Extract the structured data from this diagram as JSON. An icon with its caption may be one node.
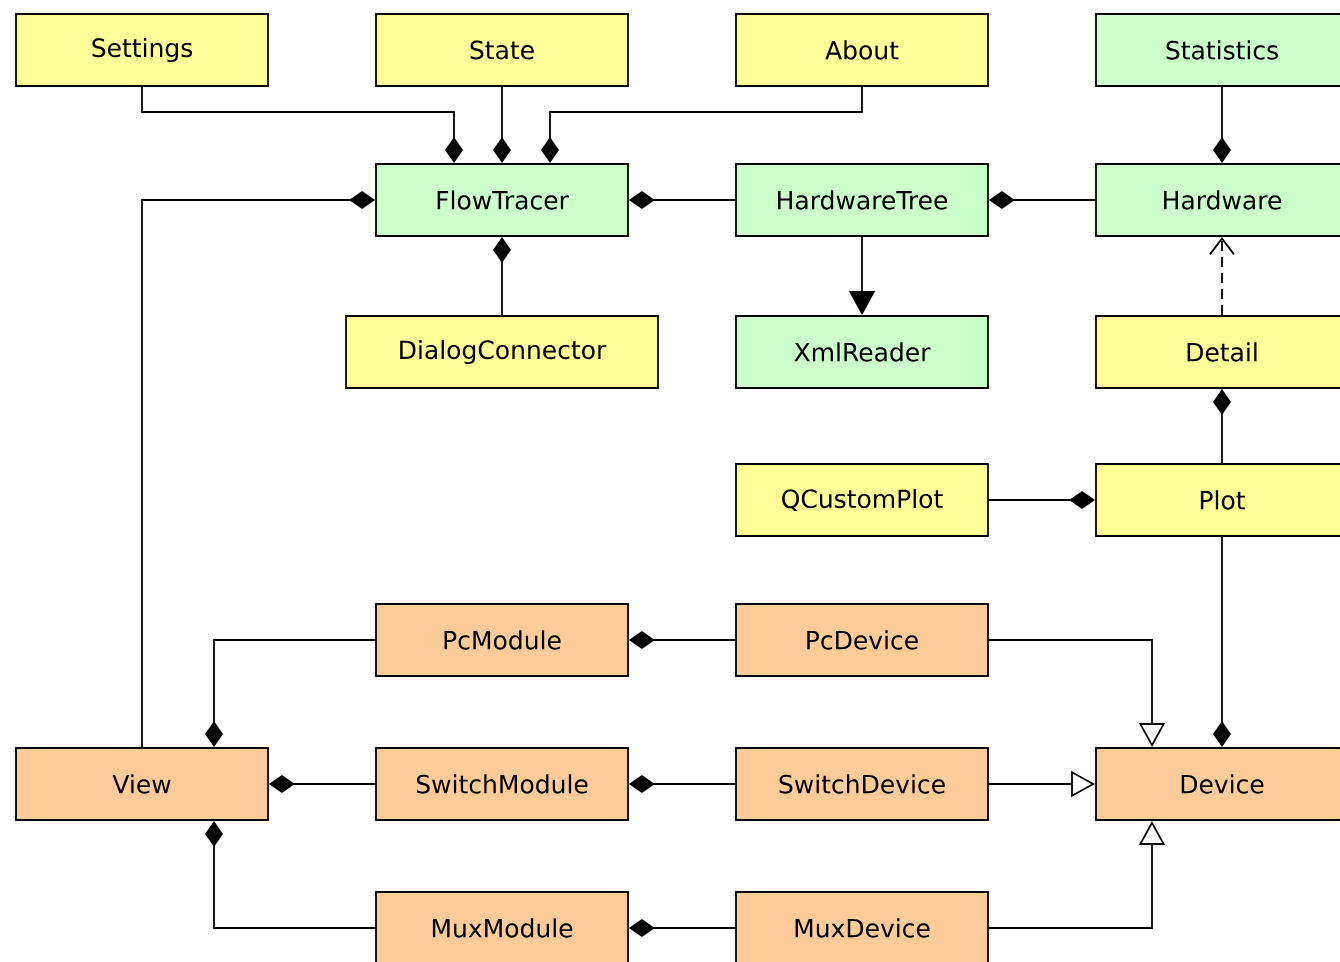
{
  "diagram": {
    "nodes": [
      {
        "text": [
          "Settings"
        ]
      },
      {
        "text": [
          "State"
        ]
      },
      {
        "text": [
          "About"
        ]
      },
      {
        "text": [
          "Statistics"
        ]
      },
      {
        "text": [
          "FlowTracer"
        ]
      },
      {
        "text": [
          "HardwareTree"
        ]
      },
      {
        "text": [
          "Hardware"
        ]
      },
      {
        "text": [
          "DialogConnector"
        ]
      },
      {
        "text": [
          "XmlReader"
        ]
      },
      {
        "text": [
          "Detail"
        ]
      },
      {
        "text": [
          "QCustomPlot"
        ]
      },
      {
        "text": [
          "Plot"
        ]
      },
      {
        "text": [
          "PcModule"
        ]
      },
      {
        "text": [
          "PcDevice"
        ]
      },
      {
        "text": [
          "View"
        ]
      },
      {
        "text": [
          "SwitchModule"
        ]
      },
      {
        "text": [
          "SwitchDevice"
        ]
      },
      {
        "text": [
          "Device"
        ]
      },
      {
        "text": [
          "MuxModule"
        ]
      },
      {
        "text": [
          "MuxDevice"
        ]
      }
    ],
    "edges": [
      {
        "from": 0,
        "to": 4,
        "arrow": "other"
      },
      {
        "from": 1,
        "to": 4,
        "arrow": "other"
      },
      {
        "from": 2,
        "to": 4,
        "arrow": "other"
      },
      {
        "from": 3,
        "to": 6,
        "arrow": "other"
      },
      {
        "from": 5,
        "to": 4,
        "arrow": "other"
      },
      {
        "from": 6,
        "to": 5,
        "arrow": "other"
      },
      {
        "from": 14,
        "to": 4,
        "arrow": "other"
      },
      {
        "from": 7,
        "to": 4,
        "arrow": "other"
      },
      {
        "from": 5,
        "to": 8,
        "arrow": "to"
      },
      {
        "from": 9,
        "to": 6,
        "arrow": "to",
        "style": "dashed"
      },
      {
        "from": 11,
        "to": 9,
        "arrow": "other"
      },
      {
        "from": 10,
        "to": 11,
        "arrow": "other"
      },
      {
        "from": 11,
        "to": 17,
        "arrow": "other"
      },
      {
        "from": 12,
        "to": 14,
        "arrow": "other"
      },
      {
        "from": 13,
        "to": 12,
        "arrow": "other"
      },
      {
        "from": 13,
        "to": 17,
        "arrow": "to"
      },
      {
        "from": 15,
        "to": 14,
        "arrow": "other"
      },
      {
        "from": 16,
        "to": 15,
        "arrow": "other"
      },
      {
        "from": 16,
        "to": 17,
        "arrow": "to"
      },
      {
        "from": 18,
        "to": 14,
        "arrow": "other"
      },
      {
        "from": 19,
        "to": 18,
        "arrow": "other"
      },
      {
        "from": 19,
        "to": 17,
        "arrow": "to"
      }
    ]
  }
}
